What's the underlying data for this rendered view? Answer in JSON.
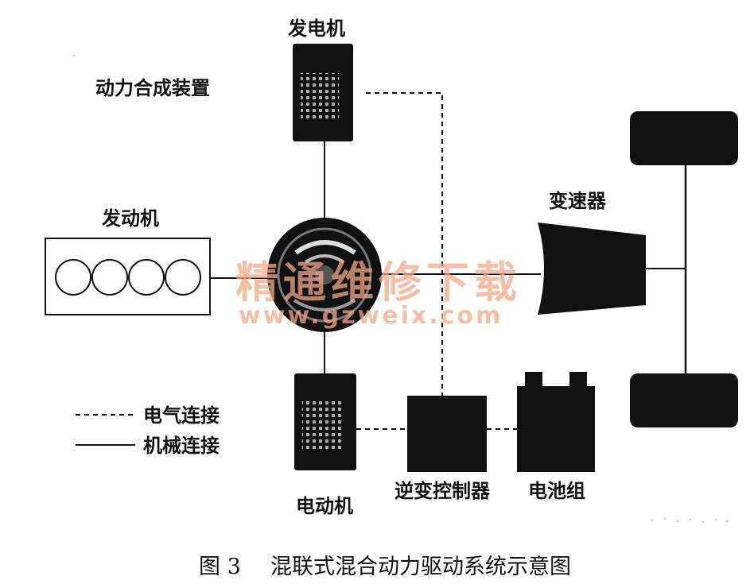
{
  "labels": {
    "generator": "发电机",
    "power_split": "动力合成装置",
    "engine": "发动机",
    "transmission": "变速器",
    "electrical_legend": "电气连接",
    "mechanical_legend": "机械连接",
    "motor": "电动机",
    "inverter": "逆变控制器",
    "battery": "电池组"
  },
  "caption": {
    "figure_no": "图 3",
    "title": "混联式混合动力驱动系统示意图"
  },
  "watermark": {
    "text": "精通维修下载",
    "url": "www.gzweix.com"
  },
  "colors": {
    "ink": "#111111",
    "watermark": "#f3a987"
  }
}
